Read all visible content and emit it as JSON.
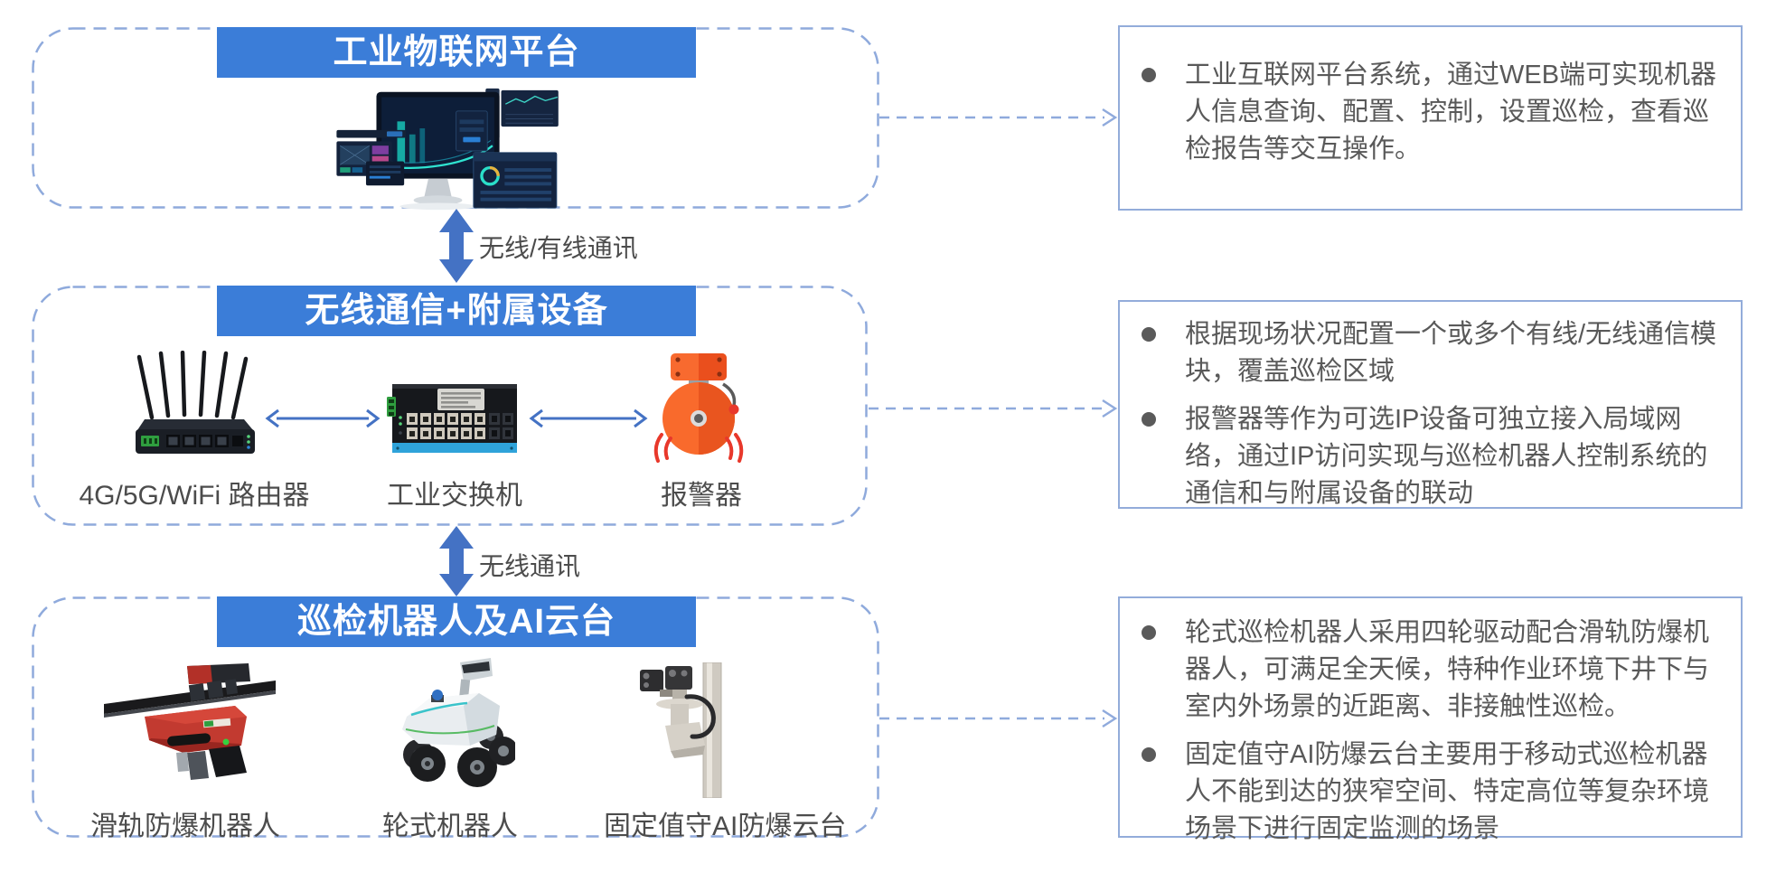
{
  "palette": {
    "header_bar": "#3B7DD8",
    "arrow_blue": "#4472C4",
    "dashed_border": "#8FAADC",
    "right_box_border": "#93ACDA",
    "body_text": "#595959"
  },
  "left_column": {
    "boxes": [
      {
        "title": "工业物联网平台",
        "image": "iot-platform-dashboard-monitor"
      },
      {
        "title": "无线通信+附属设备",
        "devices": [
          {
            "label": "4G/5G/WiFi 路由器",
            "image": "wireless-router"
          },
          {
            "label": "工业交换机",
            "image": "industrial-switch"
          },
          {
            "label": "报警器",
            "image": "alarm-bell"
          }
        ]
      },
      {
        "title": "巡检机器人及AI云台",
        "devices": [
          {
            "label": "滑轨防爆机器人",
            "image": "rail-explosionproof-robot"
          },
          {
            "label": "轮式机器人",
            "image": "wheeled-robot"
          },
          {
            "label": "固定值守AI防爆云台",
            "image": "fixed-ai-explosionproof-ptz"
          }
        ]
      }
    ]
  },
  "connectors": {
    "platform_to_comm": "无线/有线通讯",
    "comm_to_robots": "无线通讯"
  },
  "right_column": {
    "boxes": [
      {
        "bullets": [
          "工业互联网平台系统，通过WEB端可实现机器人信息查询、配置、控制，设置巡检，查看巡检报告等交互操作。"
        ]
      },
      {
        "bullets": [
          "根据现场状况配置一个或多个有线/无线通信模块，覆盖巡检区域",
          "报警器等作为可选IP设备可独立接入局域网络，通过IP访问实现与巡检机器人控制系统的通信和与附属设备的联动"
        ]
      },
      {
        "bullets": [
          "轮式巡检机器人采用四轮驱动配合滑轨防爆机器人，可满足全天候，特种作业环境下井下与室内外场景的近距离、非接触性巡检。",
          "固定值守AI防爆云台主要用于移动式巡检机器人不能到达的狭窄空间、特定高位等复杂环境场景下进行固定监测的场景"
        ]
      }
    ]
  }
}
